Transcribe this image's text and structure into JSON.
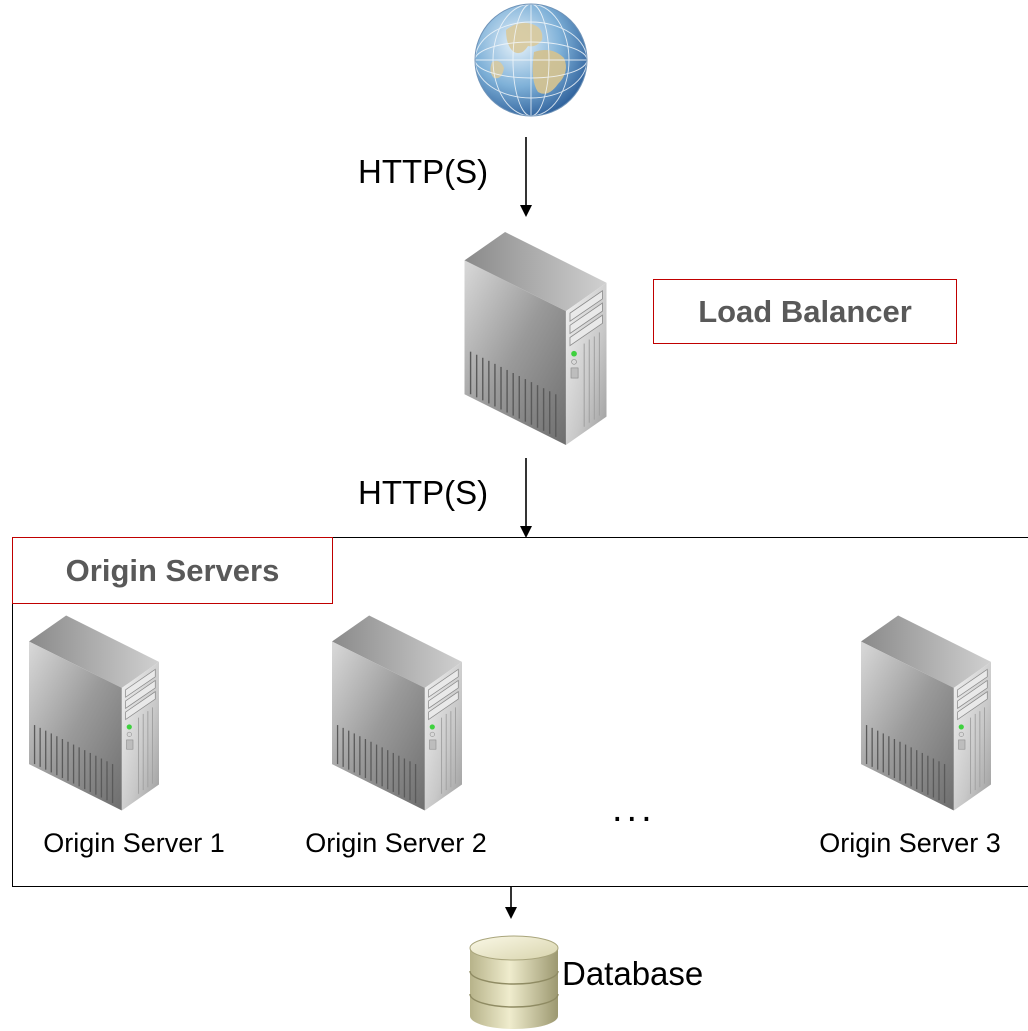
{
  "nodes": {
    "internet_icon": "globe-icon",
    "arrow_label_top": "HTTP(S)",
    "load_balancer": {
      "label": "Load Balancer",
      "icon": "server-tower-icon"
    },
    "arrow_label_middle": "HTTP(S)",
    "origin_group": {
      "label": "Origin Servers",
      "servers": [
        {
          "label": "Origin Server 1",
          "icon": "server-tower-icon"
        },
        {
          "label": "Origin Server 2",
          "icon": "server-tower-icon"
        },
        {
          "label": "Origin Server 3",
          "icon": "server-tower-icon"
        }
      ],
      "ellipsis": "..."
    },
    "database": {
      "label": "Database",
      "icon": "database-icon"
    }
  },
  "colors": {
    "label_box_border": "#c00000",
    "label_box_text": "#595959",
    "lines": "#000000"
  }
}
